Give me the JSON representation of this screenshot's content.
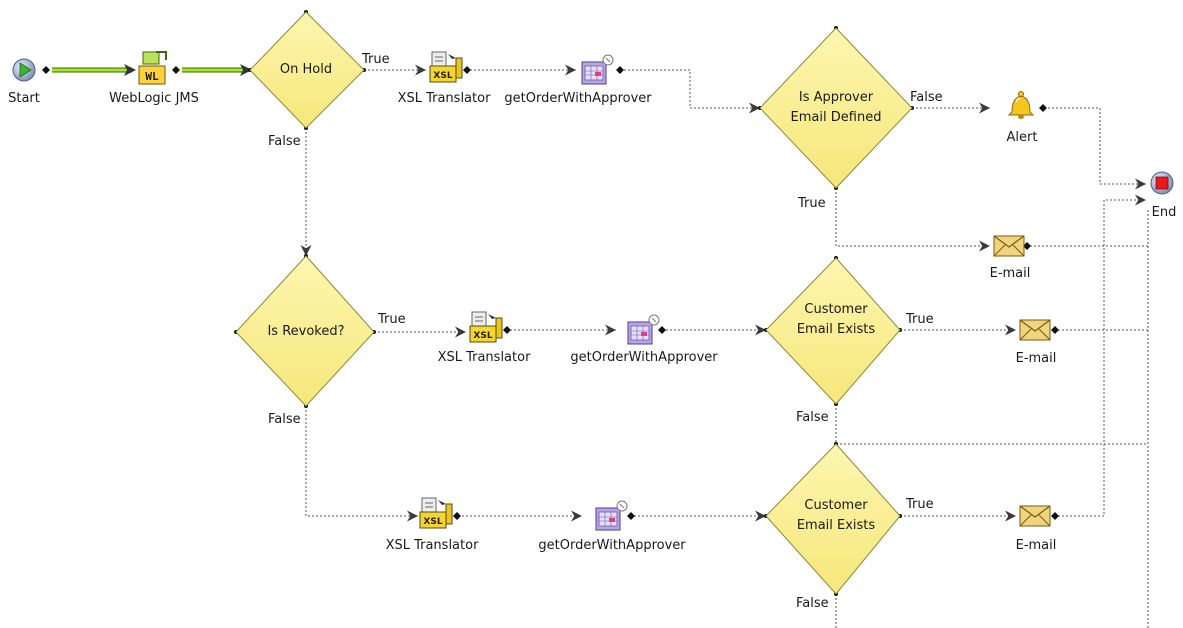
{
  "nodes": {
    "start": "Start",
    "jms": "WebLogic JMS",
    "on_hold": "On Hold",
    "xsl1": "XSL Translator",
    "get1": "getOrderWithApprover",
    "is_approver": [
      "Is Approver",
      "Email Defined"
    ],
    "alert": "Alert",
    "end": "End",
    "email1": "E-mail",
    "is_revoked": "Is Revoked?",
    "xsl2": "XSL Translator",
    "get2": "getOrderWithApprover",
    "cust1": [
      "Customer",
      "Email Exists"
    ],
    "email2": "E-mail",
    "xsl3": "XSL Translator",
    "get3": "getOrderWithApprover",
    "cust2": [
      "Customer",
      "Email Exists"
    ],
    "email3": "E-mail"
  },
  "branches": {
    "on_hold_true": "True",
    "on_hold_false": "False",
    "approver_false": "False",
    "approver_true": "True",
    "revoked_true": "True",
    "revoked_false": "False",
    "cust1_true": "True",
    "cust1_false": "False",
    "cust2_true": "True",
    "cust2_false": "False"
  },
  "icons": {
    "start": "play-circle-icon",
    "jms": "weblogic-jms-icon",
    "xsl": "xsl-translator-icon",
    "db": "database-operation-icon",
    "alert": "bell-icon",
    "email": "envelope-icon",
    "end": "stop-circle-icon"
  },
  "colors": {
    "decision_fill": "#fbf19c",
    "decision_stroke": "#8a8a3a",
    "jms_flow": "#9adf1f",
    "connector": "#555555",
    "end_red": "#e8181d"
  }
}
